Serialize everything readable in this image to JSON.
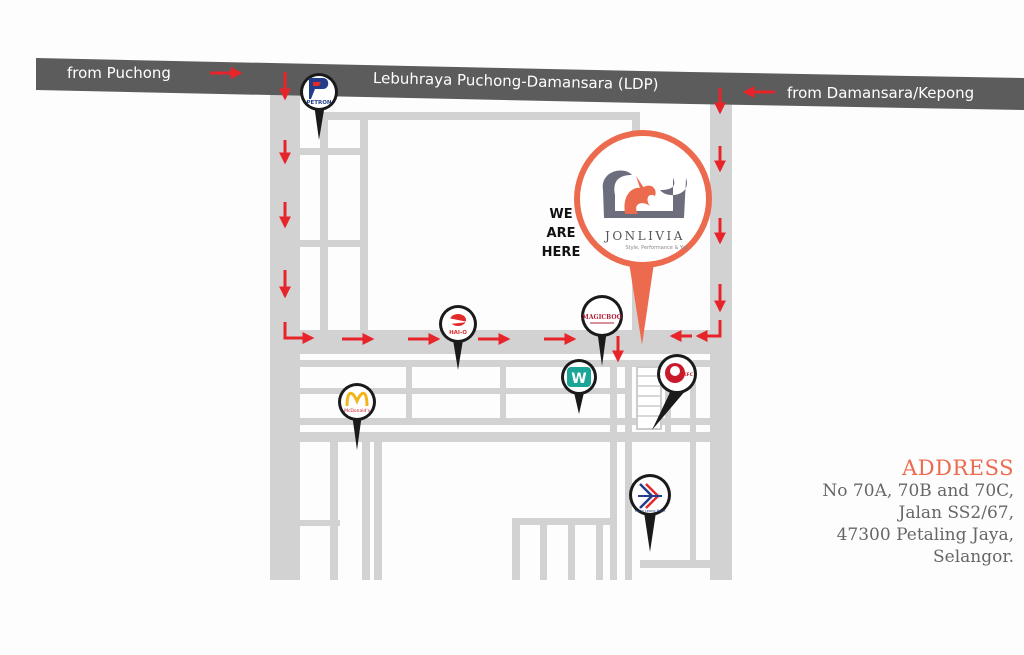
{
  "colors": {
    "road": "#d2d2d2",
    "highway": "#5c5c5c",
    "arrow": "#e8242b",
    "accent": "#ec6a4e",
    "pin": "#1a1a1a"
  },
  "highway": {
    "name": "Lebuhraya Puchong-Damansara (LDP)",
    "from_left": "from Puchong",
    "from_right": "from Damansara/Kepong"
  },
  "destination": {
    "callout": [
      "WE",
      "ARE",
      "HERE"
    ],
    "logo_text": "JONLIVIA",
    "tagline": "Style, Performance & You"
  },
  "landmarks": [
    {
      "id": "petron",
      "label": "PETRON",
      "icon": "petron-logo"
    },
    {
      "id": "hai-o",
      "label": "HAI-O",
      "icon": "hai-o-logo"
    },
    {
      "id": "magicboo",
      "label": "MAGICBOO",
      "icon": "magicboo-logo"
    },
    {
      "id": "watsons",
      "label": "W",
      "icon": "watsons-logo"
    },
    {
      "id": "kfc",
      "label": "KFC",
      "icon": "kfc-logo"
    },
    {
      "id": "mcdonalds",
      "label": "McDonald's",
      "icon": "mcdonalds-logo"
    },
    {
      "id": "hong-leong",
      "label": "Hong Leong Bank",
      "icon": "hong-leong-bank-logo"
    }
  ],
  "address": {
    "heading": "ADDRESS",
    "lines": [
      "No 70A, 70B and 70C,",
      "Jalan SS2/67,",
      "47300 Petaling Jaya,",
      "Selangor."
    ]
  }
}
